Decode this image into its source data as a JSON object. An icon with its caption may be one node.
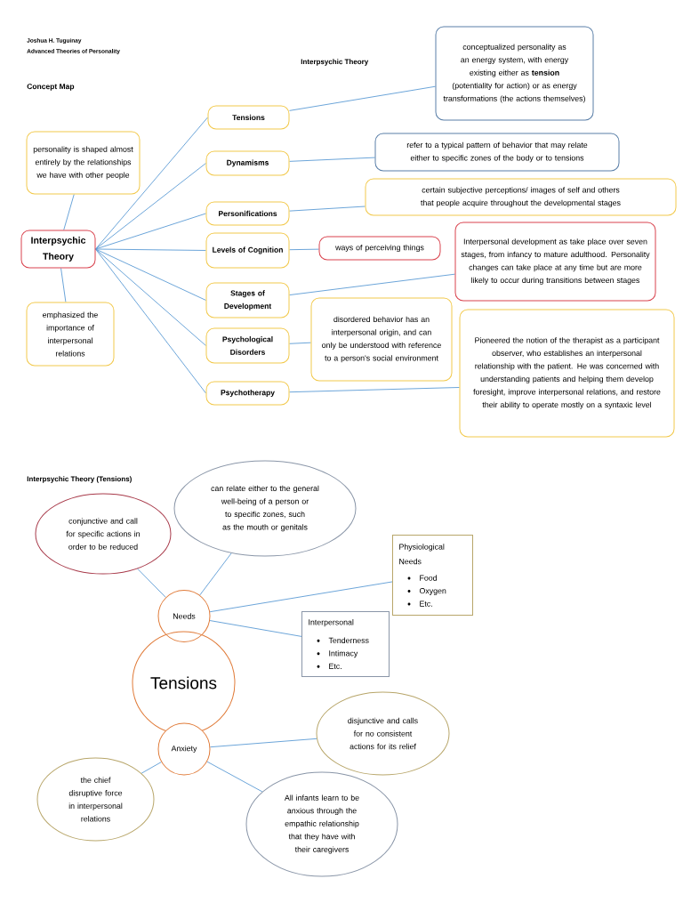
{
  "diagram": {
    "nodes": [
      {
        "text": [
          "Interpsychic Theory"
        ]
      },
      {
        "text": [
          "personality is shaped almost entirely by the relationships we have with other people"
        ]
      },
      {
        "text": [
          "emphasized the importance of interpersonal relations"
        ]
      },
      {
        "text": [
          "Tensions"
        ]
      },
      {
        "text": [
          "Dynamisms"
        ]
      },
      {
        "text": [
          "Personifications"
        ]
      },
      {
        "text": [
          "Levels of Cognition"
        ]
      },
      {
        "text": [
          "Stages of Development"
        ]
      },
      {
        "text": [
          "Psychological Disorders"
        ]
      },
      {
        "text": [
          "Psychotherapy"
        ]
      },
      {
        "text": [
          "conceptualized personality as an energy system, with energy existing either as **tension** (potentiality for action) or as energy transformations (the actions themselves)"
        ]
      },
      {
        "text": [
          "refer to a typical pattern of behavior that may relate either to specific zones of the body or to tensions"
        ]
      },
      {
        "text": [
          "certain subjective perceptions/ images of self and others that people acquire throughout the developmental stages"
        ]
      },
      {
        "text": [
          "ways of perceiving things"
        ]
      },
      {
        "text": [
          "Interpersonal development as take place over seven stages, from infancy to mature adulthood. Personality changes can take place at any time but are more likely to occur during transitions between stages"
        ]
      },
      {
        "text": [
          "disordered behavior has an interpersonal origin, and can only be understood with reference to a person's social environment"
        ]
      },
      {
        "text": [
          "Pioneered the notion of the therapist as a participant observer, who establishes an interpersonal relationship with the patient. He was concerned with understanding patients and helping them develop foresight, improve interpersonal relations, and restore their ability to operate mostly on a syntaxic level"
        ]
      },
      {
        "text": [
          "conjunctive and call for specific actions in order to be reduced"
        ]
      },
      {
        "text": [
          "can relate either to the general well-being of a person or to specific zones, such as the mouth or genitals"
        ]
      },
      {
        "text": [
          "Needs"
        ]
      },
      {
        "text": [
          "Tensions"
        ]
      },
      {
        "text": [
          "Anxiety"
        ]
      },
      {
        "text": [
          "Physiological Needs",
          "Food",
          "Oxygen",
          "Etc."
        ]
      },
      {
        "text": [
          "Interpersonal",
          "Tenderness",
          "Intimacy",
          "Etc."
        ]
      },
      {
        "text": [
          "disjunctive and calls for no consistent actions for its relief"
        ]
      },
      {
        "text": [
          "the chief disruptive force in interpersonal relations"
        ]
      },
      {
        "text": [
          "All infants learn to be anxious through the empathic relationship that they have with their caregivers"
        ]
      }
    ],
    "edges": [
      {
        "from": 0,
        "to": 1,
        "arrow": "none"
      },
      {
        "from": 0,
        "to": 2,
        "arrow": "none"
      },
      {
        "from": 0,
        "to": 3,
        "arrow": "none"
      },
      {
        "from": 0,
        "to": 4,
        "arrow": "none"
      },
      {
        "from": 0,
        "to": 5,
        "arrow": "none"
      },
      {
        "from": 0,
        "to": 6,
        "arrow": "none"
      },
      {
        "from": 0,
        "to": 7,
        "arrow": "none"
      },
      {
        "from": 0,
        "to": 8,
        "arrow": "none"
      },
      {
        "from": 0,
        "to": 9,
        "arrow": "none"
      },
      {
        "from": 3,
        "to": 10,
        "arrow": "none"
      },
      {
        "from": 4,
        "to": 11,
        "arrow": "none"
      },
      {
        "from": 5,
        "to": 12,
        "arrow": "none"
      },
      {
        "from": 6,
        "to": 13,
        "arrow": "none"
      },
      {
        "from": 7,
        "to": 14,
        "arrow": "none"
      },
      {
        "from": 8,
        "to": 15,
        "arrow": "none"
      },
      {
        "from": 9,
        "to": 16,
        "arrow": "none"
      },
      {
        "from": 19,
        "to": 17,
        "arrow": "none"
      },
      {
        "from": 19,
        "to": 18,
        "arrow": "none"
      },
      {
        "from": 19,
        "to": 22,
        "arrow": "none"
      },
      {
        "from": 19,
        "to": 23,
        "arrow": "none"
      },
      {
        "from": 21,
        "to": 24,
        "arrow": "none"
      },
      {
        "from": 21,
        "to": 25,
        "arrow": "none"
      },
      {
        "from": 21,
        "to": 26,
        "arrow": "none"
      }
    ],
    "labels": [
      "Joshua H. Tuguinay",
      "Advanced Theories of Personality",
      "Interpsychic Theory",
      "Concept Map",
      "Interpsychic Theory (Tensions)"
    ]
  }
}
